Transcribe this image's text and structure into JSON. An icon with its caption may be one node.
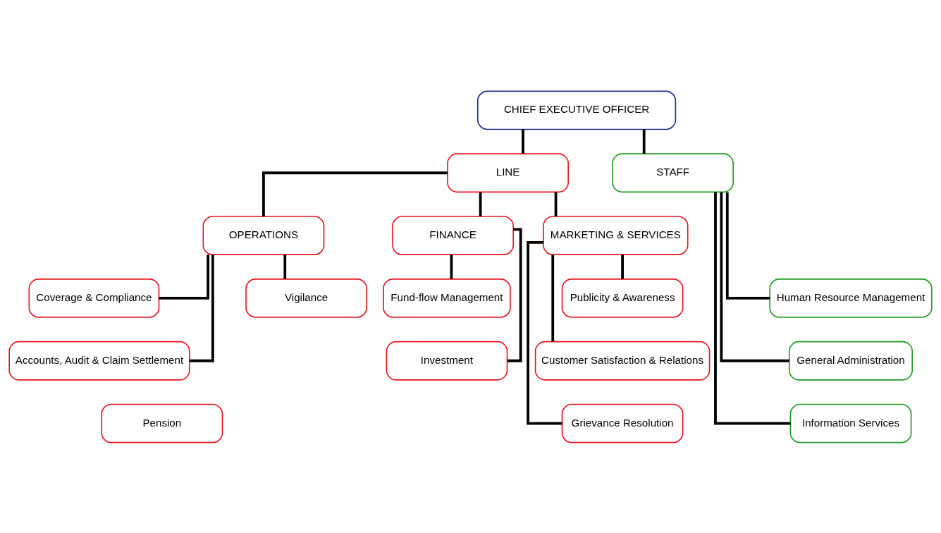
{
  "diagram": {
    "nodes": [
      {
        "text": [
          "CHIEF EXECUTIVE OFFICER"
        ]
      },
      {
        "text": [
          "LINE"
        ]
      },
      {
        "text": [
          "STAFF"
        ]
      },
      {
        "text": [
          "OPERATIONS"
        ]
      },
      {
        "text": [
          "FINANCE"
        ]
      },
      {
        "text": [
          "MARKETING & SERVICES"
        ]
      },
      {
        "text": [
          "Coverage & Compliance"
        ]
      },
      {
        "text": [
          "Accounts, Audit & Claim Settlement"
        ]
      },
      {
        "text": [
          "Pension"
        ]
      },
      {
        "text": [
          "Vigilance"
        ]
      },
      {
        "text": [
          "Fund-flow Management"
        ]
      },
      {
        "text": [
          "Investment"
        ]
      },
      {
        "text": [
          "Publicity & Awareness"
        ]
      },
      {
        "text": [
          "Customer Satisfaction & Relations"
        ]
      },
      {
        "text": [
          "Grievance Resolution"
        ]
      },
      {
        "text": [
          "Human Resource Management"
        ]
      },
      {
        "text": [
          "General Administration"
        ]
      },
      {
        "text": [
          "Information Services"
        ]
      }
    ],
    "edges": [
      {
        "from": 0,
        "to": 1,
        "arrow": "none"
      },
      {
        "from": 0,
        "to": 2,
        "arrow": "none"
      },
      {
        "from": 1,
        "to": 3,
        "arrow": "none"
      },
      {
        "from": 1,
        "to": 4,
        "arrow": "none"
      },
      {
        "from": 1,
        "to": 5,
        "arrow": "none"
      },
      {
        "from": 3,
        "to": 6,
        "arrow": "none"
      },
      {
        "from": 3,
        "to": 7,
        "arrow": "none"
      },
      {
        "from": 3,
        "to": 9,
        "arrow": "none"
      },
      {
        "from": 4,
        "to": 10,
        "arrow": "none"
      },
      {
        "from": 4,
        "to": 11,
        "arrow": "none"
      },
      {
        "from": 5,
        "to": 12,
        "arrow": "none"
      },
      {
        "from": 5,
        "to": 13,
        "arrow": "none"
      },
      {
        "from": 5,
        "to": 14,
        "arrow": "none"
      },
      {
        "from": 2,
        "to": 15,
        "arrow": "none"
      },
      {
        "from": 2,
        "to": 16,
        "arrow": "none"
      },
      {
        "from": 2,
        "to": 17,
        "arrow": "none"
      }
    ]
  }
}
